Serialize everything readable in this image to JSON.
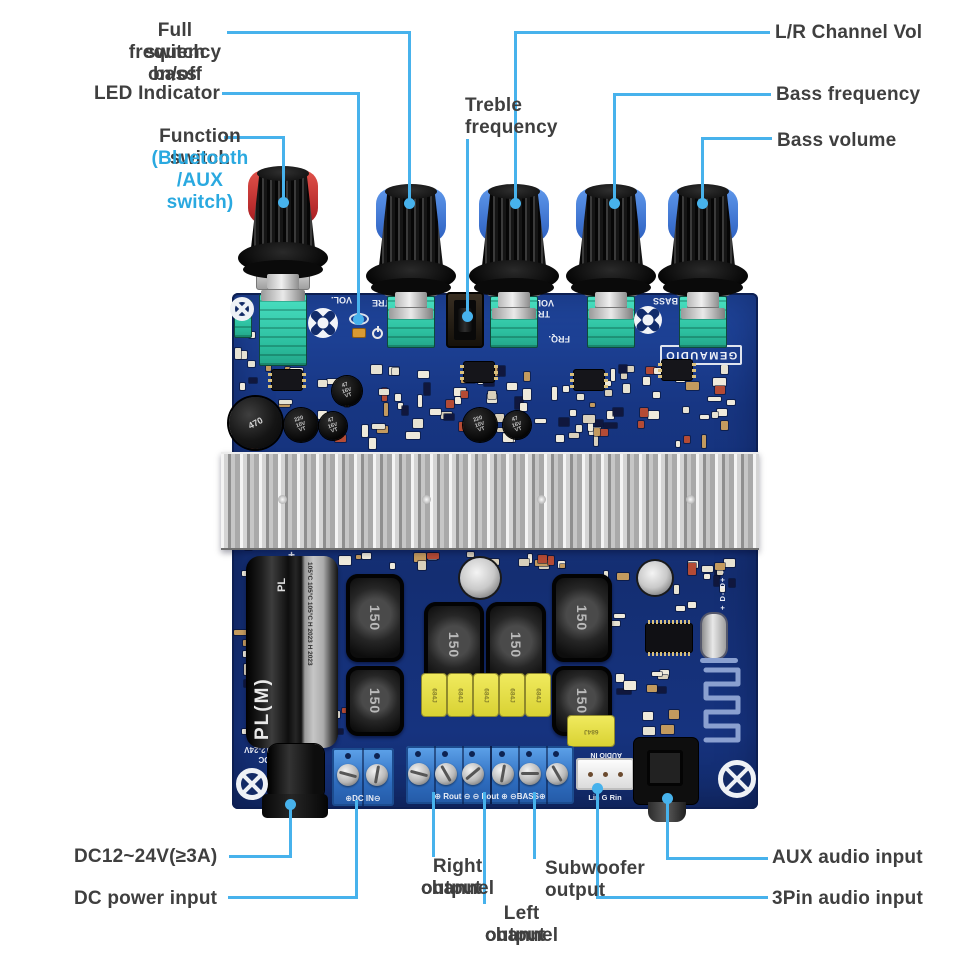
{
  "labels": {
    "full_freq_1": "Full frequency bass",
    "full_freq_2": "switch on/off",
    "led": "LED Indicator",
    "function_1": "Function switch",
    "function_2": "(Bluetooth /AUX switch)",
    "treble_1": "Treble",
    "treble_2": "frequency",
    "lr_vol": "L/R Channel Vol",
    "bass_freq": "Bass frequency",
    "bass_vol": "Bass volume",
    "dc_spec": "DC12~24V(≥3A)",
    "dc_power": "DC power input",
    "right_out_1": "Right channel",
    "right_out_2": "output",
    "sub_out_1": "Subwoofer",
    "sub_out_2": "output",
    "left_out_1": "Left channel",
    "left_out_2": "output",
    "aux_in": "AUX audio input",
    "pin3_in": "3Pin audio input"
  },
  "silkscreen": {
    "vol1": "VOL.",
    "tre1": "TRE",
    "vol2": "VOL.",
    "tre2": "TRE",
    "bass": "BASS",
    "frq": "FRQ.",
    "brand": "GEMAUDIO",
    "plus": "+",
    "dc_marking": "DC\n12-24V",
    "dc_in": "⊕DC IN⊖",
    "out_row": "⊕ Rout ⊖   ⊖ Lout ⊕   ⊖BASS⊕",
    "audio_in": "AUDIO IN",
    "lin_g_rin": "Lin G Rin",
    "dpdm": "+ D- D+ -"
  },
  "markings": {
    "big_cap_brand": "PL(M)",
    "big_cap_top": "PL",
    "big_cap_temp": "105°C 105°C 105°C  H 2023  H 2023",
    "toroid": "470",
    "inductor": "150",
    "film_cap": "684J",
    "cap220": "220\n10V\nVT",
    "cap47": "47\n16V\nVT"
  },
  "colors": {
    "callout_line": "#47b2ec",
    "label_text": "#3f3f3f",
    "accent_cyan": "#2aa9e0",
    "pcb_blue": "#16337f",
    "pot_teal": "#2fd0b2",
    "knob_cap_blue": "#3c74d4",
    "knob_cap_red": "#c4262b",
    "heatsink_silver": "#c9c9c9",
    "terminal_blue": "#3d86d8",
    "film_cap_yellow": "#e6df4c"
  }
}
